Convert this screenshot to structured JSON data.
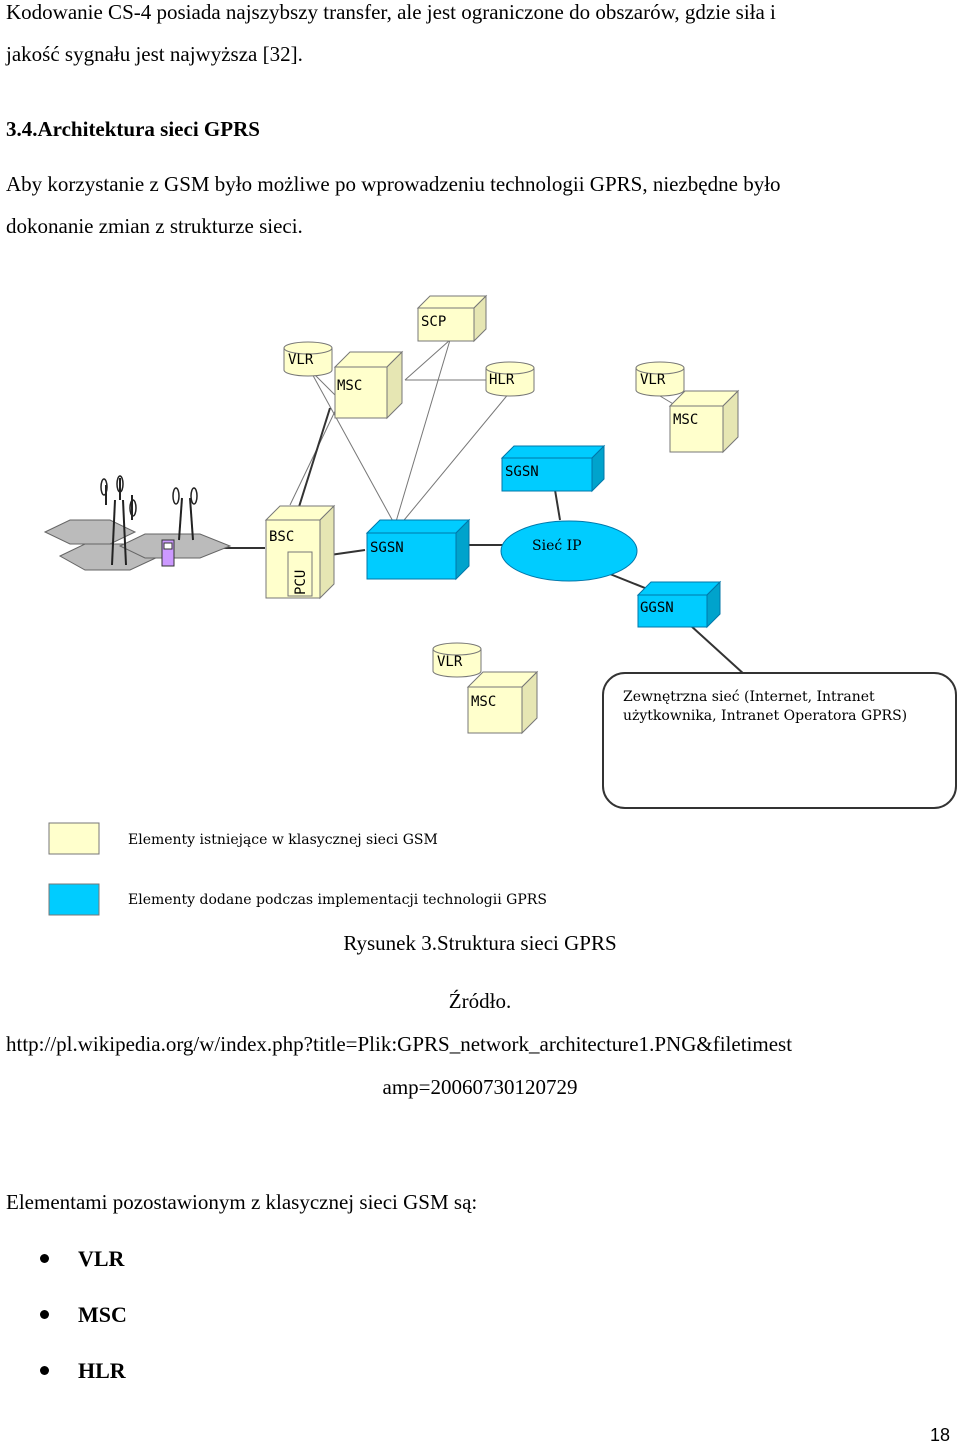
{
  "paragraph1": {
    "line1": "Kodowanie CS-4 posiada najszybszy transfer, ale jest ograniczone do obszarów, gdzie siła i",
    "line2": "jakość sygnału jest najwyższa [32]."
  },
  "section": {
    "heading": "3.4.Architektura sieci GPRS",
    "para_line1": "Aby korzystanie z GSM było możliwe po wprowadzeniu technologii GPRS, niezbędne było",
    "para_line2": "dokonanie zmian z strukturze sieci."
  },
  "diagram": {
    "nodes": {
      "scp": "SCP",
      "vlr_left": "VLR",
      "msc_left": "MSC",
      "hlr": "HLR",
      "vlr_right": "VLR",
      "msc_right": "MSC",
      "sgsn_top": "SGSN",
      "bsc": "BSC",
      "pcu": "PCU",
      "sgsn_mid": "SGSN",
      "siec_ip": "Sieć IP",
      "ggsn": "GGSN",
      "vlr_bottom": "VLR",
      "msc_bottom": "MSC"
    },
    "external_network": {
      "line1": "Zewnętrzna sieć (Internet, Intranet",
      "line2": "użytkownika, Intranet Operatora GPRS)"
    },
    "legend": [
      {
        "label": "Elementy istniejące w klasycznej sieci GSM",
        "color": "#ffffcc"
      },
      {
        "label": "Elementy dodane podczas implementacji technologii GPRS",
        "color": "#00ccff"
      }
    ]
  },
  "caption": {
    "title": "Rysunek 3.Struktura sieci GPRS",
    "source_label": "Źródło.",
    "source_line1": "http://pl.wikipedia.org/w/index.php?title=Plik:GPRS_network_architecture1.PNG&filetimest",
    "source_line2": "amp=20060730120729"
  },
  "list": {
    "intro": "Elementami pozostawionym z klasycznej sieci GSM są:",
    "items": [
      "VLR",
      "MSC",
      "HLR"
    ]
  },
  "page_number": "18"
}
